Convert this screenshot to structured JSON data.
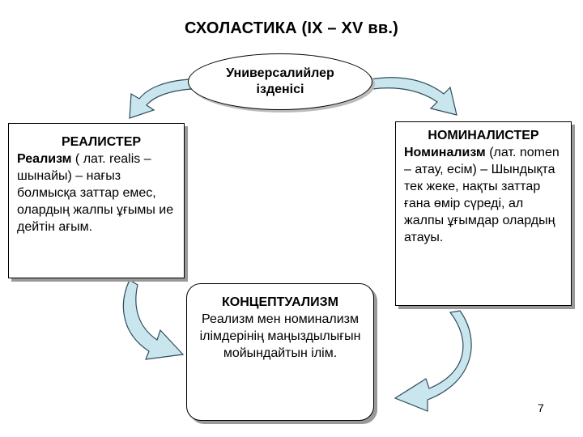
{
  "title": "СХОЛАСТИКА (IX – XV вв.)",
  "center": {
    "line1": "Универсалийлер",
    "line2": "ізденісі"
  },
  "left": {
    "heading": "РЕАЛИСТЕР",
    "term": "Реализм",
    "text": " ( лат. realis – шынайы) – нағыз болмысқа заттар емес, олардың жалпы ұғымы ие дейтін ағым."
  },
  "right": {
    "heading": "НОМИНАЛИСТЕР",
    "term": "Номинализм",
    "text": " (лат. nomen – атау, есім) – Шындықта тек жеке, нақты заттар ғана өмір сүреді, ал жалпы ұғымдар олардың атауы."
  },
  "bottom": {
    "heading": "КОНЦЕПТУАЛИЗМ",
    "text": "Реализм мен номинализм ілімдерінің маңыздылығын мойындайтын ілім."
  },
  "page_number": "7",
  "colors": {
    "arrow_fill": "#c9e6ee",
    "arrow_stroke": "#2e4c5c"
  }
}
